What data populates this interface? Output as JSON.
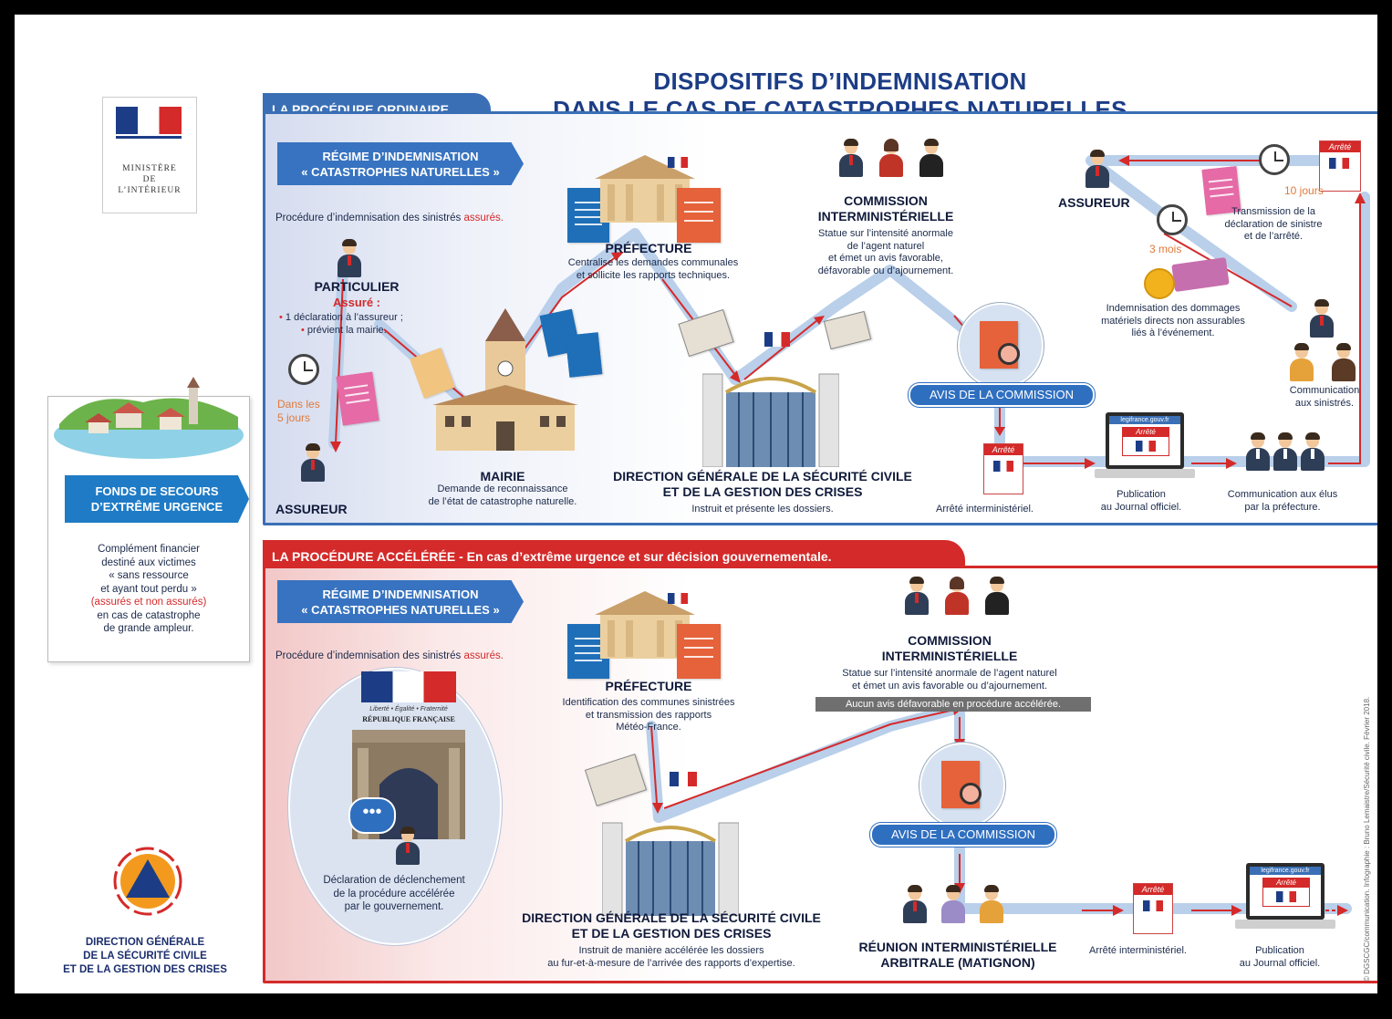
{
  "title": {
    "line1": "DISPOSITIFS D’INDEMNISATION",
    "line2": "DANS LE CAS DE CATASTROPHES NATURELLES"
  },
  "logo_ministere": {
    "line1": "MINISTÈRE",
    "line2": "DE",
    "line3": "L’INTÉRIEUR"
  },
  "fonds": {
    "ribbon_line1": "FONDS DE SECOURS",
    "ribbon_line2": "D’EXTRÊME URGENCE",
    "text_line1": "Complément financier",
    "text_line2": "destiné aux victimes",
    "text_line3": "« sans ressource",
    "text_line4": "et ayant tout perdu »",
    "text_line5_red": "(assurés et non assurés)",
    "text_line6": "en cas de catastrophe",
    "text_line7": "de grande ampleur."
  },
  "dgscgc": {
    "line1": "DIRECTION GÉNÉRALE",
    "line2": "DE LA SÉCURITÉ CIVILE",
    "line3": "ET DE LA GESTION DES CRISES"
  },
  "ordinaire": {
    "tab_label": "LA PROCÉDURE ORDINAIRE.",
    "regime_line1": "RÉGIME D’INDEMNISATION",
    "regime_line2": "« CATASTROPHES NATURELLES »",
    "procedure_text": "Procédure d’indemnisation des sinistrés",
    "procedure_red": "assurés.",
    "particulier_title": "PARTICULIER",
    "particulier_red": "Assuré :",
    "particulier_b1": "1 déclaration à l’assureur ;",
    "particulier_b2": "prévient la mairie.",
    "bullet": "•",
    "delay_line1": "Dans les",
    "delay_line2": "5 jours",
    "assureur_left": "ASSUREUR",
    "mairie_title": "MAIRIE",
    "mairie_line1": "Demande de reconnaissance",
    "mairie_line2": "de l’état de catastrophe naturelle.",
    "prefecture_title": "PRÉFECTURE",
    "prefecture_line1": "Centralise les demandes communales",
    "prefecture_line2": "et sollicite les rapports techniques.",
    "dgscgc_line1": "DIRECTION GÉNÉRALE DE LA SÉCURITÉ CIVILE",
    "dgscgc_line2": "ET DE LA GESTION DES CRISES",
    "dgscgc_text": "Instruit et présente les dossiers.",
    "commission_line1": "COMMISSION",
    "commission_line2": "INTERMINISTÉRIELLE",
    "commission_t1": "Statue sur l’intensité anormale",
    "commission_t2": "de l’agent naturel",
    "commission_t3": "et émet un avis favorable,",
    "commission_t4": "défavorable ou d’ajournement.",
    "avis": "AVIS DE LA COMMISSION",
    "arrete_label": "Arrêté interministériel.",
    "publication_line1": "Publication",
    "publication_line2": "au Journal officiel.",
    "communication_elus_line1": "Communication aux élus",
    "communication_elus_line2": "par la préfecture.",
    "communication_sinistres_line1": "Communication",
    "communication_sinistres_line2": "aux sinistrés.",
    "assureur_right": "ASSUREUR",
    "ten_days": "10 jours",
    "transmission_line1": "Transmission de la",
    "transmission_line2": "déclaration de sinistre",
    "transmission_line3": "et de l’arrêté.",
    "three_months": "3 mois",
    "indemnisation_line1": "Indemnisation des dommages",
    "indemnisation_line2": "matériels directs non assurables",
    "indemnisation_line3": "liés à l’événement.",
    "arrete_doc": "Arrêté",
    "legifrance": "legifrance.gouv.fr"
  },
  "acceleree": {
    "tab_label": "LA PROCÉDURE ACCÉLÉRÉE - En cas d’extrême urgence et sur décision gouvernementale.",
    "regime_line1": "RÉGIME D’INDEMNISATION",
    "regime_line2": "« CATASTROPHES NATURELLES »",
    "procedure_text": "Procédure d’indemnisation des sinistrés",
    "procedure_red": "assurés.",
    "rf_line1": "Liberté • Égalité • Fraternité",
    "rf_line2": "RÉPUBLIQUE FRANÇAISE",
    "declaration_line1": "Déclaration de déclenchement",
    "declaration_line2": "de la procédure accélérée",
    "declaration_line3": "par le gouvernement.",
    "prefecture_title": "PRÉFECTURE",
    "prefecture_line1": "Identification des communes sinistrées",
    "prefecture_line2": "et transmission des rapports",
    "prefecture_line3": "Météo-France.",
    "commission_line1": "COMMISSION",
    "commission_line2": "INTERMINISTÉRIELLE",
    "commission_t1": "Statue sur l’intensité anormale de l’agent naturel",
    "commission_t2": "et émet un avis favorable ou d’ajournement.",
    "commission_note": "Aucun avis défavorable en procédure accélérée.",
    "avis": "AVIS DE LA COMMISSION",
    "dgscgc_line1": "DIRECTION GÉNÉRALE DE LA SÉCURITÉ CIVILE",
    "dgscgc_line2": "ET DE LA GESTION DES CRISES",
    "dgscgc_t1": "Instruit de manière accélérée les dossiers",
    "dgscgc_t2": "au fur-et-à-mesure de l’arrivée des rapports d’expertise.",
    "reunion_line1": "RÉUNION INTERMINISTÉRIELLE",
    "reunion_line2": "ARBITRALE (MATIGNON)",
    "arrete_label": "Arrêté interministériel.",
    "publication_line1": "Publication",
    "publication_line2": "au Journal officiel.",
    "arrete_doc": "Arrêté",
    "legifrance": "legifrance.gouv.fr"
  },
  "credit": "© DGSCGC/communication. Infographie : Bruno Lemaistre/Sécurité civile. Février 2018.",
  "colors": {
    "navy": "#1c3d86",
    "blue_frame": "#3a6fb5",
    "red_frame": "#d42a2a",
    "arrow_red": "#d42a2a",
    "path_light": "#b9cfea"
  }
}
